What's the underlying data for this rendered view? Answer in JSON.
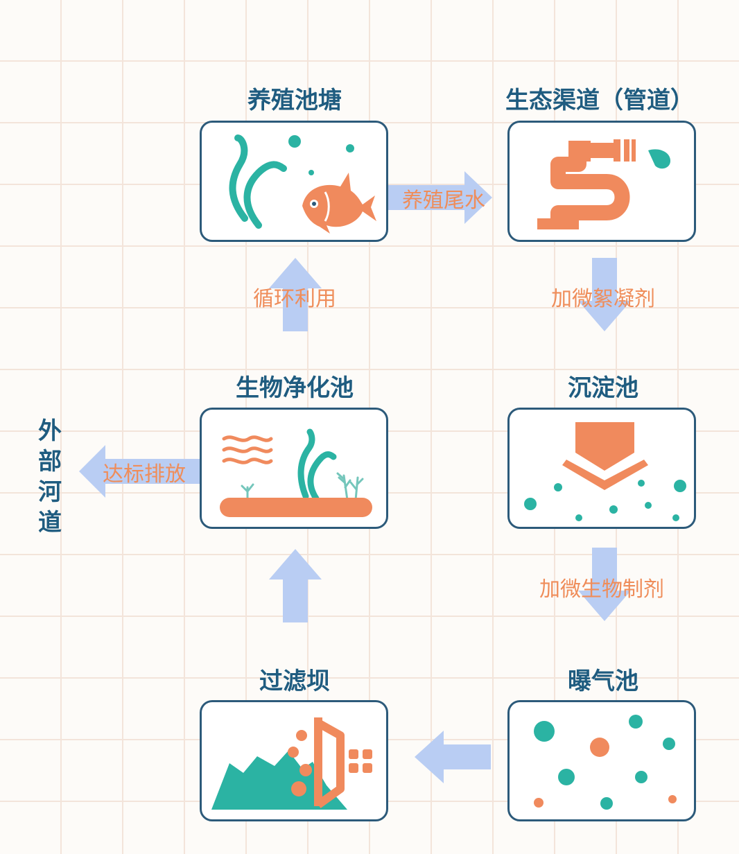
{
  "nodes": {
    "pond": "养殖池塘",
    "channel": "生态渠道（管道）",
    "bio": "生物净化池",
    "settle": "沉淀池",
    "dam": "过滤坝",
    "aerate": "曝气池"
  },
  "outlet": "外部河道",
  "edges": {
    "tailwater": "养殖尾水",
    "flocculant": "加微絮凝剂",
    "microbial": "加微生物制剂",
    "recycle": "循环利用",
    "discharge": "达标排放"
  },
  "colors": {
    "title": "#1f5c80",
    "border": "#2c5a7a",
    "teal": "#2bb3a3",
    "orange": "#f08a5d",
    "arrow": "#b9cdf3",
    "label": "#ef8d5a"
  }
}
